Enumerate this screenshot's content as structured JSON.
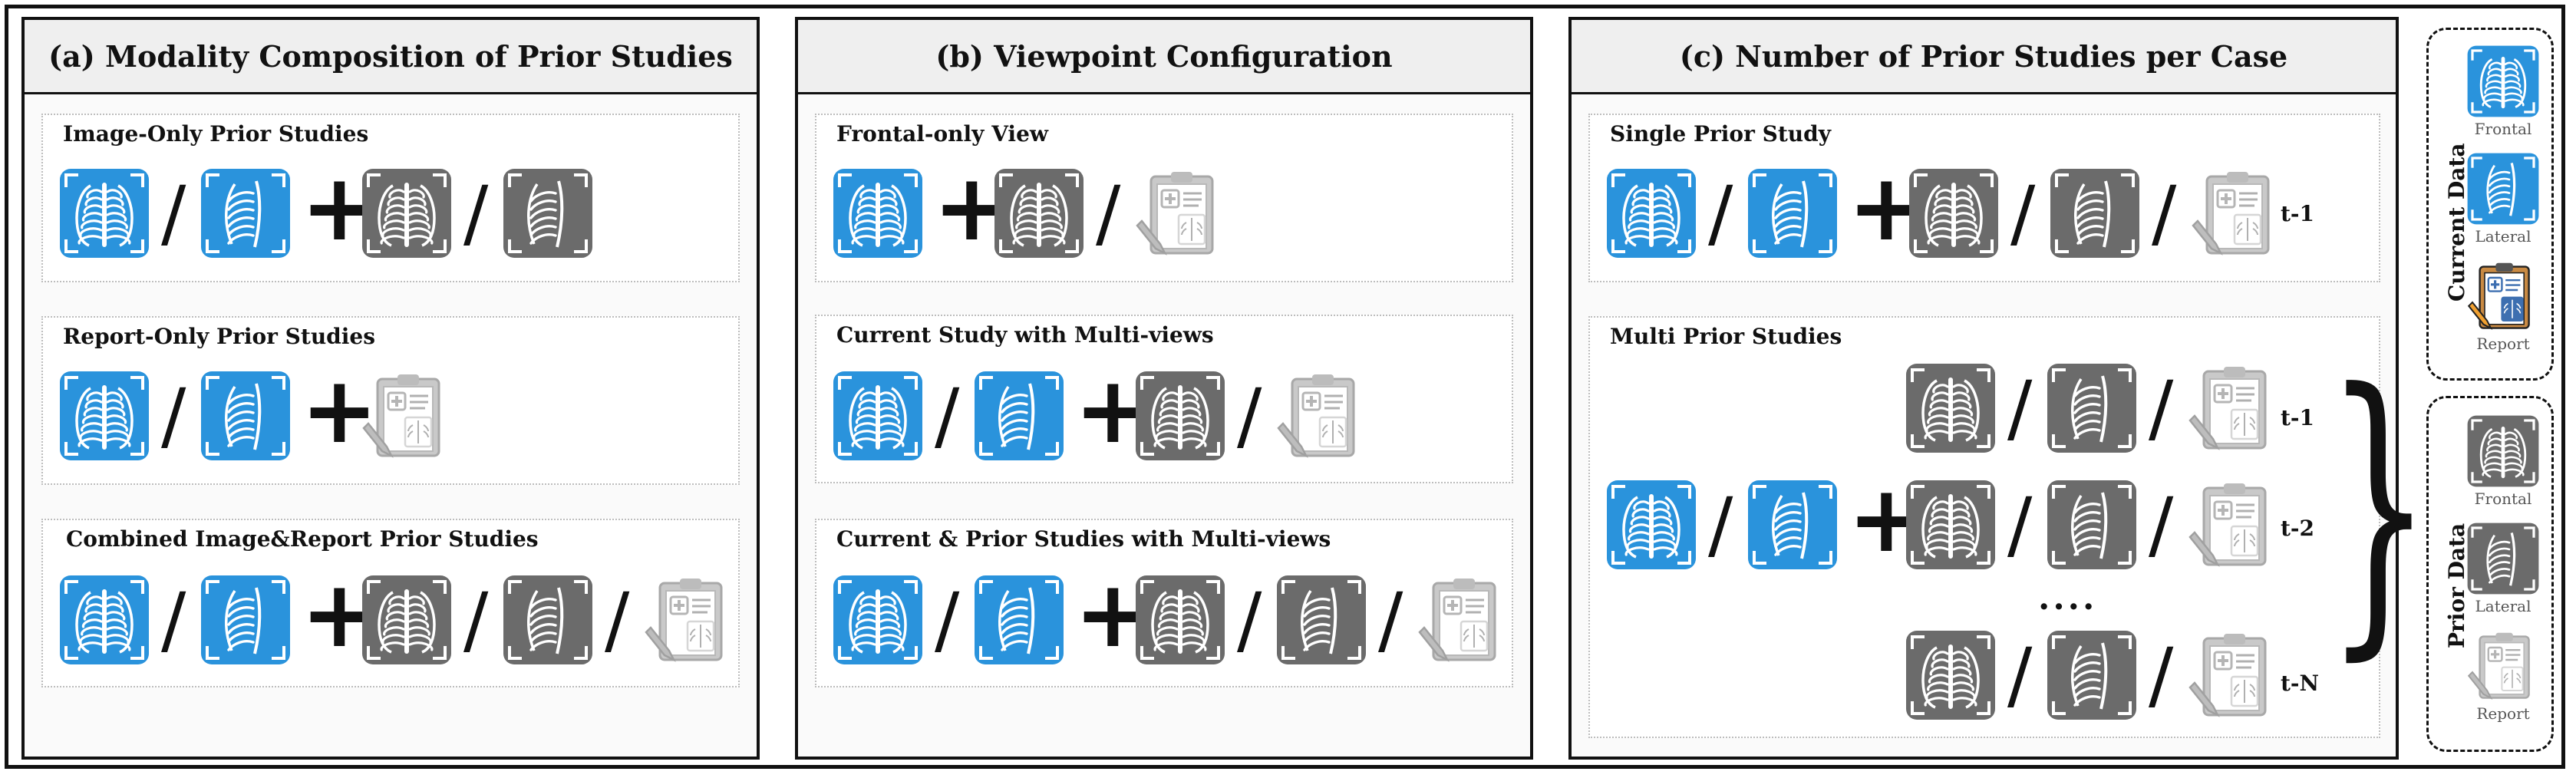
{
  "panels": {
    "a": {
      "title": "(a) Modality Composition of Prior Studies",
      "sections": [
        {
          "title": "Image-Only Prior Studies"
        },
        {
          "title": "Report-Only Prior Studies"
        },
        {
          "title": "Combined Image&Report Prior Studies"
        }
      ]
    },
    "b": {
      "title": "(b) Viewpoint Configuration",
      "sections": [
        {
          "title": "Frontal-only View"
        },
        {
          "title": "Current Study with Multi-views"
        },
        {
          "title": "Current & Prior Studies with Multi-views"
        }
      ]
    },
    "c": {
      "title": "(c) Number of Prior Studies per Case",
      "sections": [
        {
          "title": "Single Prior Study"
        },
        {
          "title": "Multi Prior Studies"
        }
      ],
      "single_label": "t-1",
      "multi_labels": [
        "t-1",
        "t-2",
        "t-N"
      ],
      "ellipsis": "....",
      "brace": "}"
    }
  },
  "symbols": {
    "slash": "/",
    "plus": "+"
  },
  "legend": {
    "current": {
      "label": "Current Data",
      "items": [
        {
          "label": "Frontal",
          "icon": "frontal-xray-blue-icon"
        },
        {
          "label": "Lateral",
          "icon": "lateral-xray-blue-icon"
        },
        {
          "label": "Report",
          "icon": "report-color-icon"
        }
      ]
    },
    "prior": {
      "label": "Prior Data",
      "items": [
        {
          "label": "Frontal",
          "icon": "frontal-xray-gray-icon"
        },
        {
          "label": "Lateral",
          "icon": "lateral-xray-gray-icon"
        },
        {
          "label": "Report",
          "icon": "report-gray-icon"
        }
      ]
    }
  },
  "colors": {
    "current_blue": "#2a93dc",
    "prior_gray": "#6b6b6b",
    "report_gray": "#b3b3b3",
    "report_blue": "#3d6fb0",
    "report_orange": "#f0a030"
  }
}
